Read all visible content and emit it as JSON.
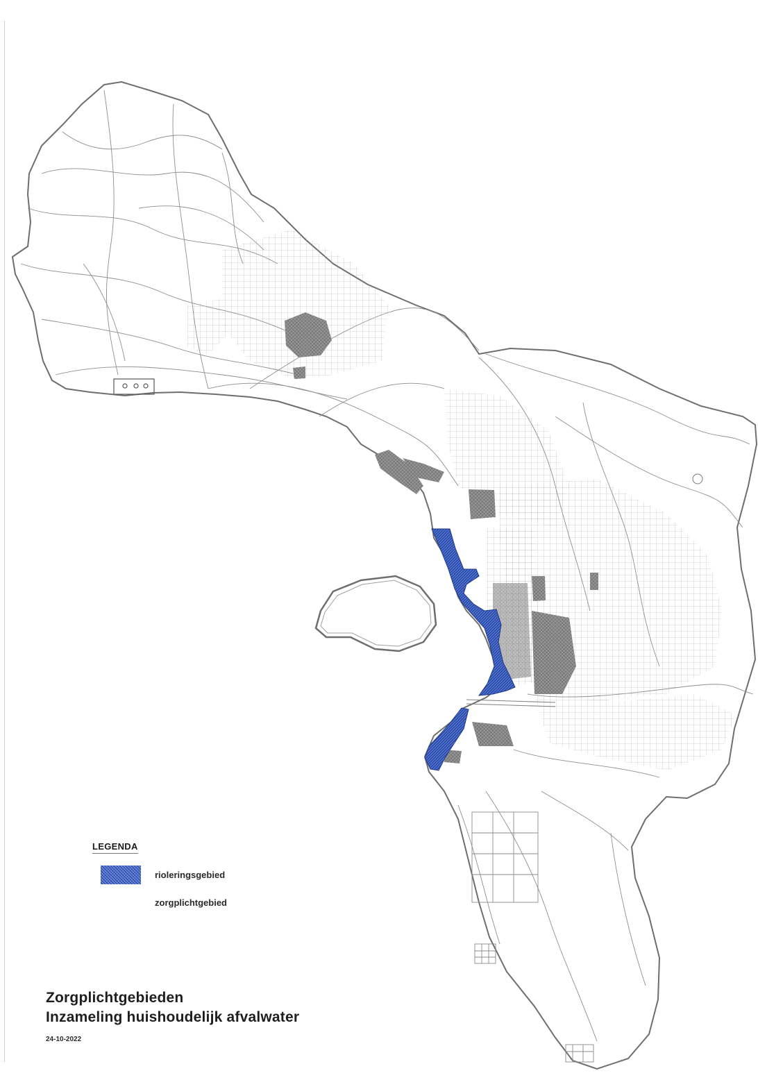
{
  "legend": {
    "title": "LEGENDA",
    "items": [
      {
        "label": "rioleringsgebied",
        "color": "#3a62c9"
      },
      {
        "label": "zorgplichtgebied",
        "color": ""
      }
    ]
  },
  "title": {
    "line1": "Zorgplichtgebieden",
    "line2": "Inzameling huishoudelijk afvalwater",
    "date": "24-10-2022"
  },
  "map": {
    "land_color": "#ffffff",
    "coastline_color": "#6e6e6e",
    "road_color": "#9a9a9a",
    "urban_color": "#6f6f6f",
    "sewer_color": "#2f4fae"
  }
}
